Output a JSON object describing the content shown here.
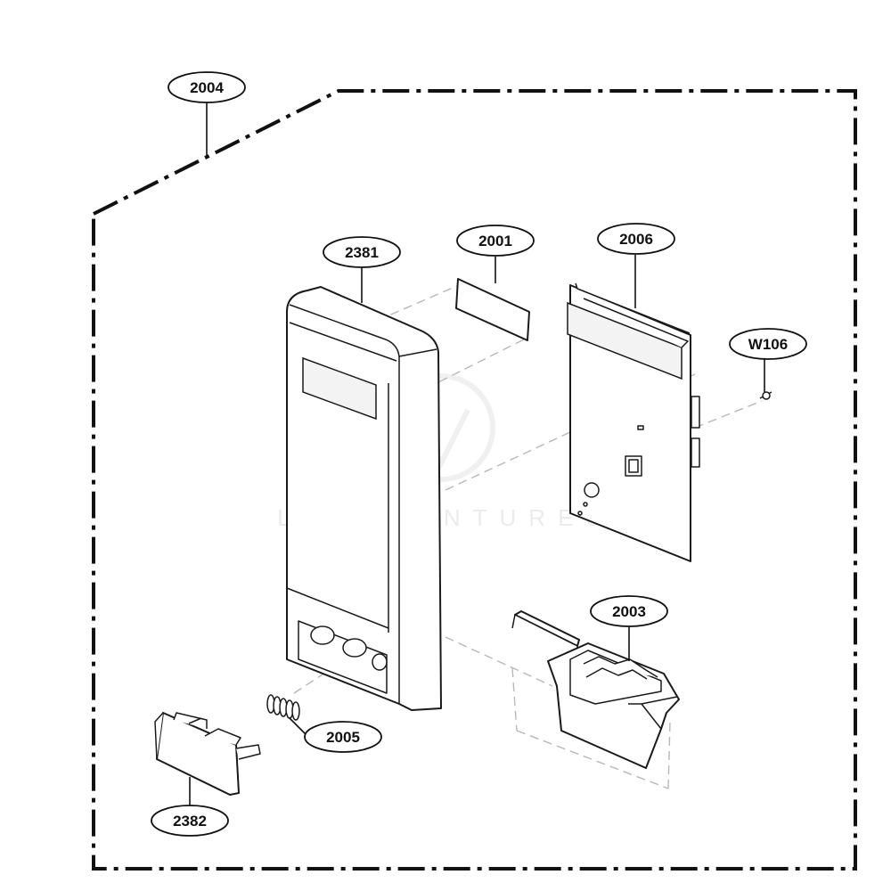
{
  "diagram": {
    "callouts": [
      {
        "id": "2004",
        "text": "2004"
      },
      {
        "id": "2381",
        "text": "2381"
      },
      {
        "id": "2001",
        "text": "2001"
      },
      {
        "id": "2006",
        "text": "2006"
      },
      {
        "id": "W106",
        "text": "W106"
      },
      {
        "id": "2003",
        "text": "2003"
      },
      {
        "id": "2005",
        "text": "2005"
      },
      {
        "id": "2382",
        "text": "2382"
      }
    ],
    "watermark": "LEADVENTURES"
  }
}
